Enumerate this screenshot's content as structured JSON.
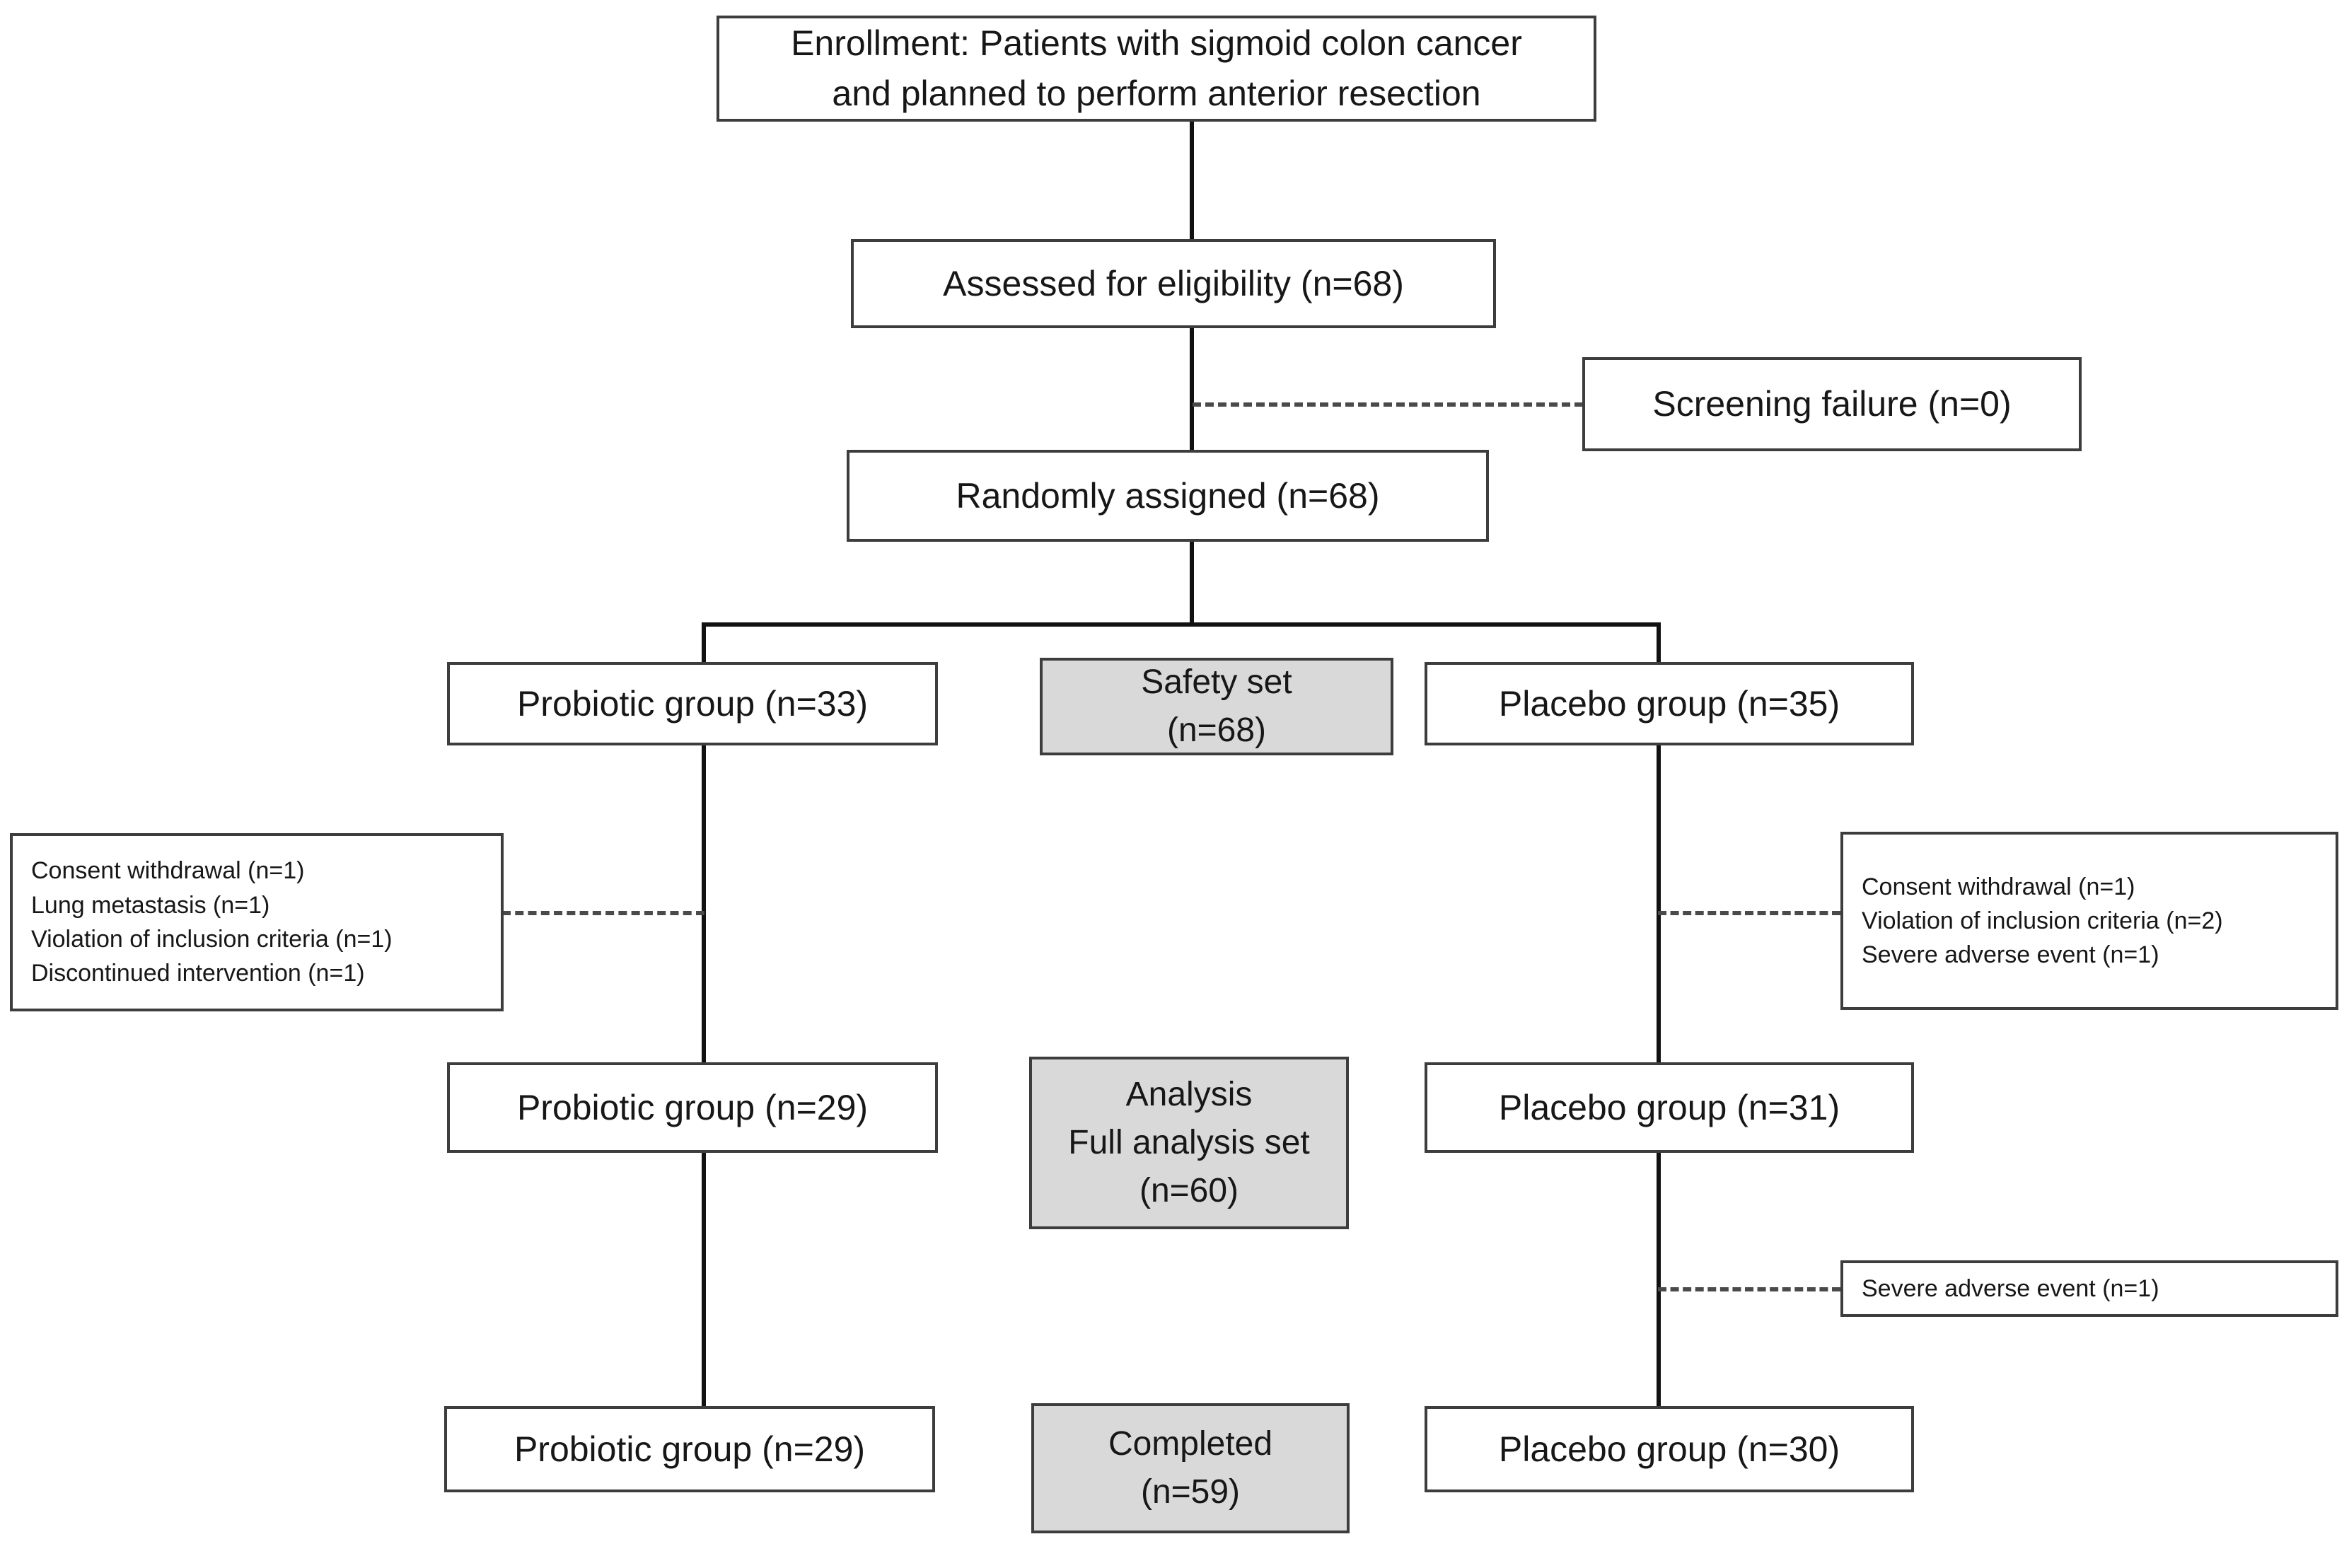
{
  "diagram": {
    "title": "CONSORT participant flow diagram",
    "colors": {
      "box_border": "#3d3d3d",
      "box_fill": "#ffffff",
      "shaded_fill": "#d9d9d9",
      "connector": "#111111",
      "dashed_connector": "#4a4a4a",
      "text": "#171717"
    },
    "nodes": {
      "enrollment": {
        "label": "Enrollment: Patients with sigmoid colon cancer\nand planned to perform anterior resection"
      },
      "assessed": {
        "label": "Assessed for eligibility (n=68)",
        "n": 68
      },
      "screening_failure": {
        "label": "Screening failure (n=0)",
        "n": 0
      },
      "randomized": {
        "label": "Randomly assigned (n=68)",
        "n": 68
      },
      "probiotic_allocated": {
        "label": "Probiotic group (n=33)",
        "n": 33
      },
      "safety_set": {
        "label": "Safety set\n(n=68)",
        "n": 68
      },
      "placebo_allocated": {
        "label": "Placebo group (n=35)",
        "n": 35
      },
      "probiotic_exclusions": {
        "label": "Consent withdrawal (n=1)\nLung metastasis (n=1)\nViolation of inclusion criteria (n=1)\nDiscontinued intervention   (n=1)",
        "items": [
          {
            "reason": "Consent withdrawal",
            "n": 1
          },
          {
            "reason": "Lung metastasis",
            "n": 1
          },
          {
            "reason": "Violation of inclusion criteria",
            "n": 1
          },
          {
            "reason": "Discontinued intervention",
            "n": 1
          }
        ]
      },
      "placebo_exclusions": {
        "label": "Consent withdrawal (n=1)\nViolation of inclusion criteria (n=2)\nSevere adverse event (n=1)",
        "items": [
          {
            "reason": "Consent withdrawal",
            "n": 1
          },
          {
            "reason": "Violation of inclusion criteria",
            "n": 2
          },
          {
            "reason": "Severe adverse event",
            "n": 1
          }
        ]
      },
      "probiotic_analysis": {
        "label": "Probiotic group (n=29)",
        "n": 29
      },
      "full_analysis_set": {
        "label": "Analysis\nFull analysis set\n(n=60)",
        "n": 60
      },
      "placebo_analysis": {
        "label": "Placebo group (n=31)",
        "n": 31
      },
      "placebo_late_exclusion": {
        "label": "Severe adverse event (n=1)",
        "n": 1
      },
      "probiotic_completed": {
        "label": "Probiotic group (n=29)",
        "n": 29
      },
      "completed": {
        "label": "Completed\n(n=59)",
        "n": 59
      },
      "placebo_completed": {
        "label": "Placebo group (n=30)",
        "n": 30
      }
    }
  }
}
